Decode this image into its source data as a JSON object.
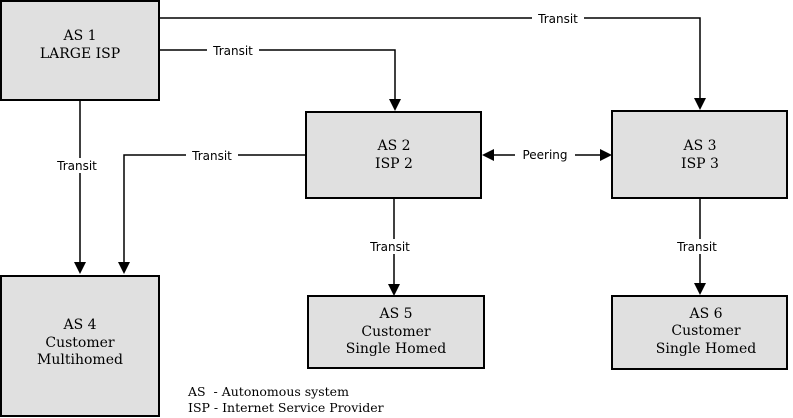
{
  "nodes": {
    "as1": {
      "lines": [
        "AS 1",
        "LARGE ISP"
      ]
    },
    "as2": {
      "lines": [
        "AS 2",
        "ISP 2"
      ]
    },
    "as3": {
      "lines": [
        "AS 3",
        "ISP 3"
      ]
    },
    "as4": {
      "lines": [
        "AS 4",
        "Customer",
        "Multihomed"
      ]
    },
    "as5": {
      "lines": [
        "AS 5",
        "Customer",
        "Single Homed"
      ]
    },
    "as6": {
      "lines": [
        "AS 6",
        "Customer",
        "Single Homed"
      ]
    }
  },
  "edges": {
    "as1_as3": {
      "label": "Transit"
    },
    "as1_as2": {
      "label": "Transit"
    },
    "as1_as4": {
      "label": "Transit"
    },
    "as2_as4": {
      "label": "Transit"
    },
    "as2_as3": {
      "label": "Peering"
    },
    "as2_as5": {
      "label": "Transit"
    },
    "as3_as6": {
      "label": "Transit"
    }
  },
  "legend": {
    "as": "AS  - Autonomous system",
    "isp": "ISP - Internet Service Provider"
  }
}
